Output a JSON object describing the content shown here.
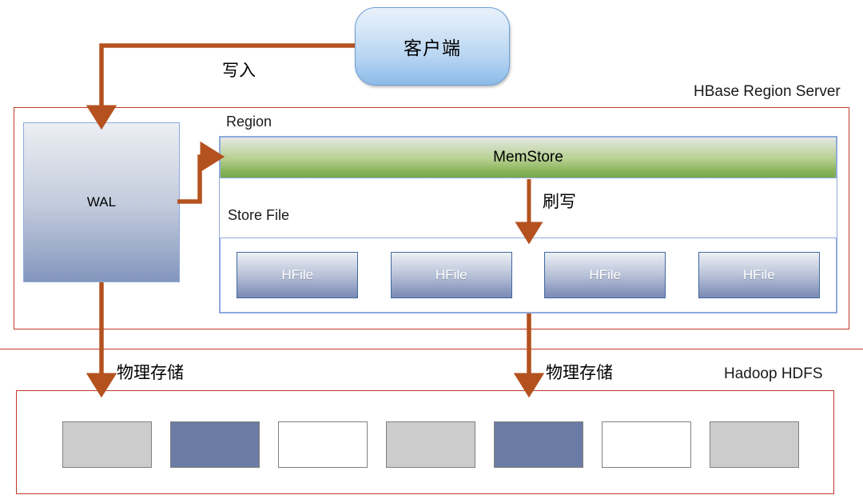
{
  "diagram": {
    "client": {
      "label": "客户端"
    },
    "region_server": {
      "caption": "HBase Region Server",
      "wal": {
        "label": "WAL"
      },
      "region": {
        "caption": "Region",
        "memstore": {
          "label": "MemStore"
        },
        "store_file": {
          "caption": "Store File"
        },
        "hfiles": [
          {
            "label": "HFile"
          },
          {
            "label": "HFile"
          },
          {
            "label": "HFile"
          },
          {
            "label": "HFile"
          }
        ]
      }
    },
    "hdfs": {
      "caption": "Hadoop HDFS",
      "blocks": [
        {
          "fill": "#cccccc"
        },
        {
          "fill": "#6b7ba3"
        },
        {
          "fill": "#ffffff"
        },
        {
          "fill": "#cccccc"
        },
        {
          "fill": "#6b7ba3"
        },
        {
          "fill": "#ffffff"
        },
        {
          "fill": "#cccccc"
        }
      ]
    },
    "arrows": {
      "write": {
        "label": "写入"
      },
      "flush": {
        "label": "刷写"
      },
      "physical_storage_left": {
        "label": "物理存储"
      },
      "physical_storage_right": {
        "label": "物理存储"
      }
    },
    "colors": {
      "arrow": "#b4521f",
      "container_border": "#c0392b",
      "box_border": "#8faadc",
      "memstore_green": "#79a84c",
      "client_blue": "#8cbbe8",
      "hfile_blue": "#7c8cb7"
    }
  }
}
